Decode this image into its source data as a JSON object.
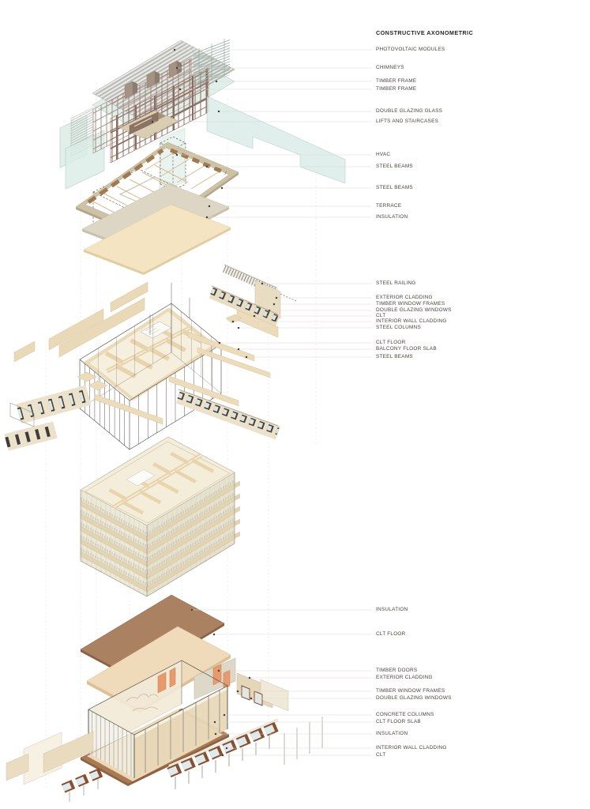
{
  "title": "CONSTRUCTIVE AXONOMETRIC",
  "labels": [
    {
      "text": "PHOTOVOLTAIC MODULES"
    },
    {
      "text": "CHIMNEYS"
    },
    {
      "text": "TIMBER FRAME"
    },
    {
      "text": "TIMBER FRAME"
    },
    {
      "text": "DOUBLE GLAZING GLASS"
    },
    {
      "text": "LIFTS AND STAIRCASES"
    },
    {
      "text": "HVAC"
    },
    {
      "text": "STEEL BEAMS"
    },
    {
      "text": "STEEL BEAMS"
    },
    {
      "text": "TERRACE"
    },
    {
      "text": "INSULATION"
    },
    {
      "text": "STEEL RAILING"
    },
    {
      "text": "EXTERIOR CLADDING"
    },
    {
      "text": "TIMBER WINDOW FRAMES"
    },
    {
      "text": "DOUBLE GLAZING WINDOWS"
    },
    {
      "text": "CLT"
    },
    {
      "text": "INTERIOR WALL CLADDING"
    },
    {
      "text": "STEEL COLUMNS"
    },
    {
      "text": "CLT FLOOR"
    },
    {
      "text": "BALCONY FLOOR SLAB"
    },
    {
      "text": "STEEL BEAMS"
    },
    {
      "text": "INSULATION"
    },
    {
      "text": "CLT FLOOR"
    },
    {
      "text": "TIMBER DOORS"
    },
    {
      "text": "EXTERIOR CLADDING"
    },
    {
      "text": "TIMBER WINDOW FRAMES"
    },
    {
      "text": "DOUBLE GLAZING WINDOWS"
    },
    {
      "text": "CONCRETE COLUMNS"
    },
    {
      "text": "CLT FLOOR SLAB"
    },
    {
      "text": "INSULATION"
    },
    {
      "text": "INTERIOR WALL CLADDING"
    },
    {
      "text": "CLT"
    }
  ],
  "palette": {
    "glass_teal": "#d9ece7",
    "timber_frame": "#94786a",
    "floor_tan": "#ecd9b8",
    "terrace_gray": "#ddd6c5",
    "insulation_tan": "#f4e4c2",
    "insulation_brown": "#ab8261",
    "steel_beam_brown": "#a0794f",
    "window_frame_brown": "#8a4f2f",
    "timber_door_orange": "#e89a6d",
    "label_text": "#49423c",
    "leader_line": "#dcd7cf"
  }
}
